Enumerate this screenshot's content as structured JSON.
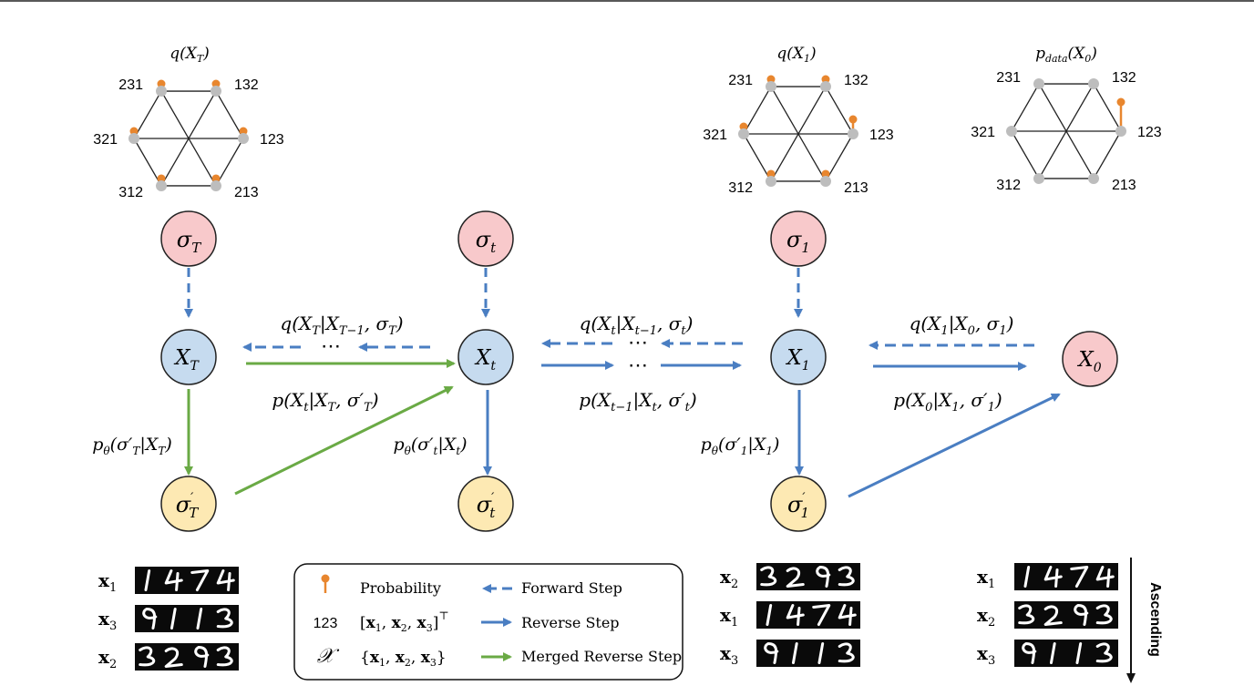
{
  "graphs": [
    {
      "id": "qXT",
      "title": "q(X_T)",
      "labels": {
        "132": "132",
        "123": "123",
        "213": "213",
        "312": "312",
        "321": "321",
        "231": "231"
      },
      "probs": {
        "132": 0.5,
        "123": 0.5,
        "213": 0.5,
        "312": 0.5,
        "321": 0.5,
        "231": 0.5
      }
    },
    {
      "id": "qX1",
      "title": "q(X_1)",
      "labels": {
        "132": "132",
        "123": "123",
        "213": "213",
        "312": "312",
        "321": "321",
        "231": "231"
      },
      "probs": {
        "132": 0.5,
        "123": 1.0,
        "213": 0.5,
        "312": 0.5,
        "321": 0.5,
        "231": 0.5
      }
    },
    {
      "id": "pdata",
      "title": "p_data(X_0)",
      "labels": {
        "132": "132",
        "123": "123",
        "213": "213",
        "312": "312",
        "321": "321",
        "231": "231"
      },
      "probs": {
        "132": 0.0,
        "123": 2.0,
        "213": 0.0,
        "312": 0.0,
        "321": 0.0,
        "231": 0.0
      }
    }
  ],
  "nodes": {
    "sigma_T": "σ_T",
    "sigma_t": "σ_t",
    "sigma_1": "σ_1",
    "X_T": "X_T",
    "X_t": "X_t",
    "X_1": "X_1",
    "X_0": "X_0",
    "sigmap_T": "σ'_T",
    "sigmap_t": "σ'_t",
    "sigmap_1": "σ'_1"
  },
  "edge_labels": {
    "fwd_T": "q(X_T|X_{T−1}, σ_T)",
    "fwd_t": "q(X_t|X_{t−1}, σ_t)",
    "fwd_1": "q(X_1|X_0, σ_1)",
    "rev_T": "p(X_t|X_T, σ'_T)",
    "rev_t": "p(X_{t−1}|X_t, σ'_t)",
    "rev_1": "p(X_0|X_1, σ'_1)",
    "ptheta_T": "p_θ(σ'_T|X_T)",
    "ptheta_t": "p_θ(σ'_t|X_t)",
    "ptheta_1": "p_θ(σ'_1|X_1)",
    "ellipsis": "⋯"
  },
  "colors": {
    "pink": "#f8c9cb",
    "blue": "#c6dbef",
    "yellow": "#fde9b3",
    "reverse": "#4a7ec2",
    "merged": "#6aaa45",
    "prob": "#e8862e",
    "graph_node": "#bdbdbd"
  },
  "sequences": [
    {
      "rows": [
        {
          "label": "x_1",
          "digits": "1474"
        },
        {
          "label": "x_3",
          "digits": "9113"
        },
        {
          "label": "x_2",
          "digits": "3293"
        }
      ]
    },
    {
      "rows": [
        {
          "label": "x_2",
          "digits": "3293"
        },
        {
          "label": "x_1",
          "digits": "1474"
        },
        {
          "label": "x_3",
          "digits": "9113"
        }
      ]
    },
    {
      "rows": [
        {
          "label": "x_1",
          "digits": "1474"
        },
        {
          "label": "x_2",
          "digits": "3293"
        },
        {
          "label": "x_3",
          "digits": "9113"
        }
      ]
    }
  ],
  "ascending_label": "Ascending",
  "legend": {
    "probability": "Probability",
    "forward": "Forward Step",
    "reverse": "Reverse Step",
    "merged": "Merged Reverse Step",
    "perm_key": "123",
    "perm_value": "[x_1, x_2, x_3]^⊤",
    "set_key": "𝒳",
    "set_value": "{x_1, x_2, x_3}"
  }
}
